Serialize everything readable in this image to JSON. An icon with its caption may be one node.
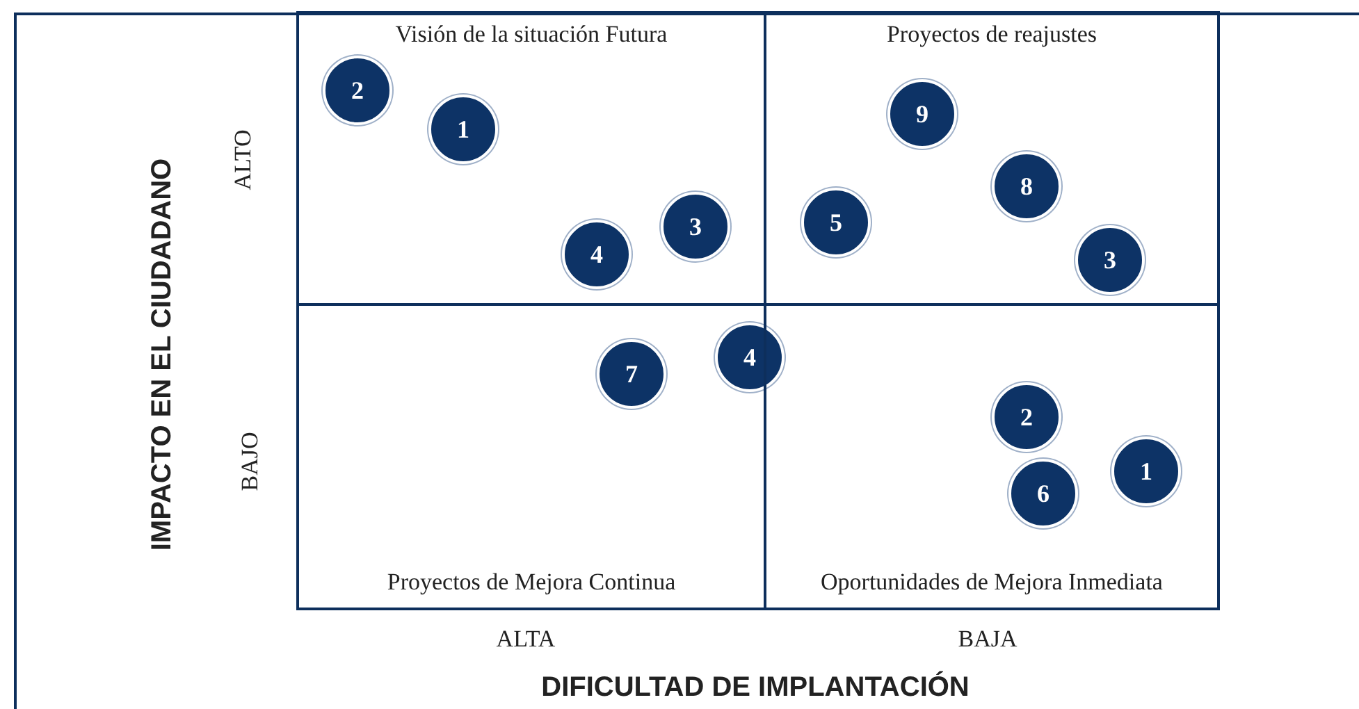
{
  "diagram": {
    "nodes": [
      {
        "text": [
          "Visión de la situación Futura"
        ]
      },
      {
        "text": [
          "2"
        ],
        "in": 0
      },
      {
        "text": [
          "1"
        ],
        "in": 0
      },
      {
        "text": [
          "4"
        ],
        "in": 0
      },
      {
        "text": [
          "3"
        ],
        "in": 0
      },
      {
        "text": [
          "Proyectos de reajustes"
        ]
      },
      {
        "text": [
          "9"
        ],
        "in": 5
      },
      {
        "text": [
          "5"
        ],
        "in": 5
      },
      {
        "text": [
          "8"
        ],
        "in": 5
      },
      {
        "text": [
          "3"
        ],
        "in": 5
      },
      {
        "text": [
          "Proyectos de Mejora Continua"
        ]
      },
      {
        "text": [
          "7"
        ],
        "in": 10
      },
      {
        "text": [
          "4"
        ]
      },
      {
        "text": [
          "Oportunidades de Mejora Inmediata"
        ]
      },
      {
        "text": [
          "2"
        ],
        "in": 13
      },
      {
        "text": [
          "6"
        ],
        "in": 13
      },
      {
        "text": [
          "1"
        ],
        "in": 13
      }
    ],
    "edges": [],
    "labels": [
      "IMPACTO EN EL CIUDADANO",
      "ALTO",
      "BAJO",
      "ALTA",
      "BAJA",
      "DIFICULTAD DE IMPLANTACIÓN"
    ]
  }
}
